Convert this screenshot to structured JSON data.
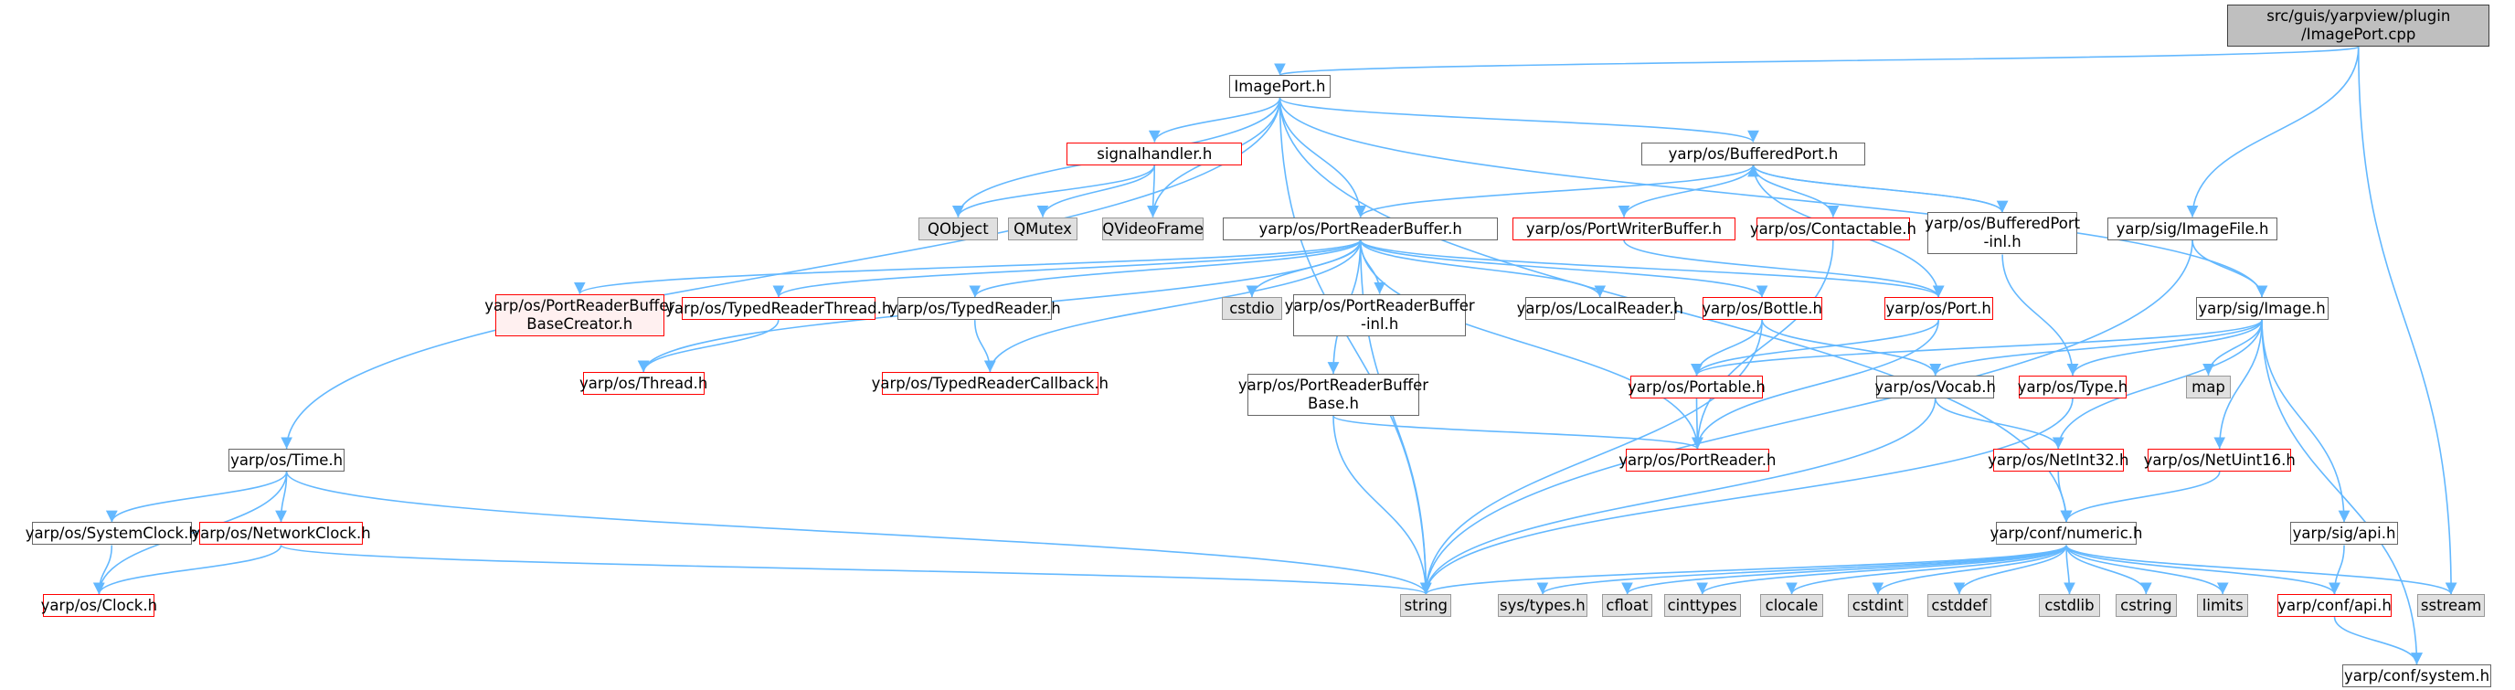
{
  "colors": {
    "edge": "#63b8ff",
    "node_border": "#666666",
    "missing_border": "#ff0000",
    "system_fill": "#e0e0e0",
    "root_fill": "#bfbfbf"
  },
  "nodes": {
    "root": [
      "src/guis/yarpview/plugin",
      "/ImagePort.cpp"
    ],
    "imageport_h": "ImagePort.h",
    "signalhandler_h": "signalhandler.h",
    "bufferedport_h": "yarp/os/BufferedPort.h",
    "qobject": "QObject",
    "qmutex": "QMutex",
    "qvideoframe": "QVideoFrame",
    "portreaderbuffer_h": "yarp/os/PortReaderBuffer.h",
    "portwriterbuffer_h": "yarp/os/PortWriterBuffer.h",
    "contactable_h": "yarp/os/Contactable.h",
    "bufferedport_inl": [
      "yarp/os/BufferedPort",
      "-inl.h"
    ],
    "imagefile_h": "yarp/sig/ImageFile.h",
    "prb_basecreator": [
      "yarp/os/PortReaderBuffer",
      "BaseCreator.h"
    ],
    "typedreaderthread_h": "yarp/os/TypedReaderThread.h",
    "typedreader_h": "yarp/os/TypedReader.h",
    "cstdio": "cstdio",
    "prb_inl": [
      "yarp/os/PortReaderBuffer",
      "-inl.h"
    ],
    "localreader_h": "yarp/os/LocalReader.h",
    "bottle_h": "yarp/os/Bottle.h",
    "port_h": "yarp/os/Port.h",
    "image_h": "yarp/sig/Image.h",
    "thread_h": "yarp/os/Thread.h",
    "typedreadercallback_h": "yarp/os/TypedReaderCallback.h",
    "prb_base": [
      "yarp/os/PortReaderBuffer",
      "Base.h"
    ],
    "portable_h": "yarp/os/Portable.h",
    "vocab_h": "yarp/os/Vocab.h",
    "type_h": "yarp/os/Type.h",
    "map": "map",
    "time_h": "yarp/os/Time.h",
    "portreader_h": "yarp/os/PortReader.h",
    "netint32_h": "yarp/os/NetInt32.h",
    "netuint16_h": "yarp/os/NetUint16.h",
    "systemclock_h": "yarp/os/SystemClock.h",
    "networkclock_h": "yarp/os/NetworkClock.h",
    "sig_api_h": "yarp/sig/api.h",
    "clock_h": "yarp/os/Clock.h",
    "numeric_h": "yarp/conf/numeric.h",
    "string": "string",
    "sys_types_h": "sys/types.h",
    "cfloat": "cfloat",
    "cinttypes": "cinttypes",
    "clocale": "clocale",
    "cstdint": "cstdint",
    "cstddef": "cstddef",
    "cstdlib": "cstdlib",
    "cstring": "cstring",
    "limits": "limits",
    "conf_api_h": "yarp/conf/api.h",
    "sstream": "sstream",
    "conf_system_h": "yarp/conf/system.h"
  },
  "edges": [
    [
      "root",
      "imageport_h"
    ],
    [
      "root",
      "imagefile_h"
    ],
    [
      "root",
      "sstream"
    ],
    [
      "imageport_h",
      "signalhandler_h"
    ],
    [
      "imageport_h",
      "qobject"
    ],
    [
      "imageport_h",
      "qvideoframe"
    ],
    [
      "imageport_h",
      "bufferedport_h"
    ],
    [
      "imageport_h",
      "portreaderbuffer_h"
    ],
    [
      "imageport_h",
      "image_h"
    ],
    [
      "imageport_h",
      "time_h"
    ],
    [
      "imageport_h",
      "string"
    ],
    [
      "imageport_h",
      "numeric_h"
    ],
    [
      "signalhandler_h",
      "qobject"
    ],
    [
      "signalhandler_h",
      "qmutex"
    ],
    [
      "signalhandler_h",
      "qvideoframe"
    ],
    [
      "bufferedport_h",
      "portreaderbuffer_h"
    ],
    [
      "bufferedport_h",
      "portwriterbuffer_h"
    ],
    [
      "bufferedport_h",
      "contactable_h"
    ],
    [
      "bufferedport_h",
      "bufferedport_inl"
    ],
    [
      "bufferedport_h",
      "port_h"
    ],
    [
      "bufferedport_inl",
      "bufferedport_h"
    ],
    [
      "bufferedport_inl",
      "type_h"
    ],
    [
      "portwriterbuffer_h",
      "port_h"
    ],
    [
      "contactable_h",
      "portreader_h"
    ],
    [
      "portreaderbuffer_h",
      "prb_basecreator"
    ],
    [
      "portreaderbuffer_h",
      "typedreaderthread_h"
    ],
    [
      "portreaderbuffer_h",
      "typedreader_h"
    ],
    [
      "portreaderbuffer_h",
      "cstdio"
    ],
    [
      "portreaderbuffer_h",
      "prb_inl"
    ],
    [
      "portreaderbuffer_h",
      "localreader_h"
    ],
    [
      "portreaderbuffer_h",
      "bottle_h"
    ],
    [
      "portreaderbuffer_h",
      "port_h"
    ],
    [
      "portreaderbuffer_h",
      "thread_h"
    ],
    [
      "portreaderbuffer_h",
      "typedreadercallback_h"
    ],
    [
      "portreaderbuffer_h",
      "prb_base"
    ],
    [
      "portreaderbuffer_h",
      "portreader_h"
    ],
    [
      "portreaderbuffer_h",
      "string"
    ],
    [
      "typedreaderthread_h",
      "thread_h"
    ],
    [
      "typedreader_h",
      "typedreadercallback_h"
    ],
    [
      "prb_base",
      "portreader_h"
    ],
    [
      "prb_base",
      "string"
    ],
    [
      "bottle_h",
      "portable_h"
    ],
    [
      "bottle_h",
      "vocab_h"
    ],
    [
      "bottle_h",
      "string"
    ],
    [
      "port_h",
      "portable_h"
    ],
    [
      "port_h",
      "portreader_h"
    ],
    [
      "portable_h",
      "portreader_h"
    ],
    [
      "imagefile_h",
      "image_h"
    ],
    [
      "imagefile_h",
      "string"
    ],
    [
      "image_h",
      "portable_h"
    ],
    [
      "image_h",
      "vocab_h"
    ],
    [
      "image_h",
      "type_h"
    ],
    [
      "image_h",
      "map"
    ],
    [
      "image_h",
      "netint32_h"
    ],
    [
      "image_h",
      "netuint16_h"
    ],
    [
      "image_h",
      "sig_api_h"
    ],
    [
      "image_h",
      "conf_system_h"
    ],
    [
      "vocab_h",
      "netint32_h"
    ],
    [
      "vocab_h",
      "string"
    ],
    [
      "type_h",
      "string"
    ],
    [
      "netint32_h",
      "numeric_h"
    ],
    [
      "netuint16_h",
      "numeric_h"
    ],
    [
      "sig_api_h",
      "conf_api_h"
    ],
    [
      "time_h",
      "systemclock_h"
    ],
    [
      "time_h",
      "networkclock_h"
    ],
    [
      "time_h",
      "clock_h"
    ],
    [
      "time_h",
      "string"
    ],
    [
      "systemclock_h",
      "clock_h"
    ],
    [
      "networkclock_h",
      "clock_h"
    ],
    [
      "networkclock_h",
      "string"
    ],
    [
      "numeric_h",
      "string"
    ],
    [
      "numeric_h",
      "sys_types_h"
    ],
    [
      "numeric_h",
      "cfloat"
    ],
    [
      "numeric_h",
      "cinttypes"
    ],
    [
      "numeric_h",
      "clocale"
    ],
    [
      "numeric_h",
      "cstdint"
    ],
    [
      "numeric_h",
      "cstddef"
    ],
    [
      "numeric_h",
      "cstdlib"
    ],
    [
      "numeric_h",
      "cstring"
    ],
    [
      "numeric_h",
      "limits"
    ],
    [
      "numeric_h",
      "conf_api_h"
    ],
    [
      "numeric_h",
      "sstream"
    ],
    [
      "conf_api_h",
      "conf_system_h"
    ]
  ]
}
